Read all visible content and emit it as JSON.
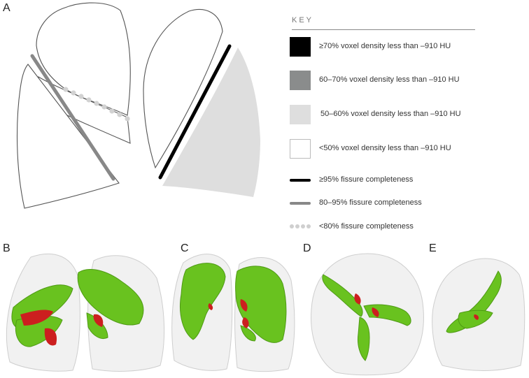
{
  "panels": {
    "a": "A",
    "b": "B",
    "c": "C",
    "d": "D",
    "e": "E"
  },
  "key": {
    "title": "KEY",
    "density": [
      {
        "label": "≥70% voxel density less than –910 HU",
        "color": "#000000"
      },
      {
        "label": "60–70% voxel density less than –910 HU",
        "color": "#8a8c8c"
      },
      {
        "label": "50–60% voxel density less than –910 HU",
        "color": "#dedede"
      },
      {
        "label": "<50% voxel density less than –910 HU",
        "color": "#ffffff"
      }
    ],
    "fissure": [
      {
        "label": "≥95% fissure completeness",
        "color": "#000000",
        "style": "solid"
      },
      {
        "label": "80–95%  fissure completeness",
        "color": "#888888",
        "style": "solid"
      },
      {
        "label": "<80% fissure completeness",
        "color": "#cfcfcf",
        "style": "dotted"
      }
    ]
  },
  "colors": {
    "fissure_green": "#69c21f",
    "fissure_green_dark": "#4e9a14",
    "defect_red": "#cc1f1f",
    "lung_gray": "#e6e6e6"
  }
}
